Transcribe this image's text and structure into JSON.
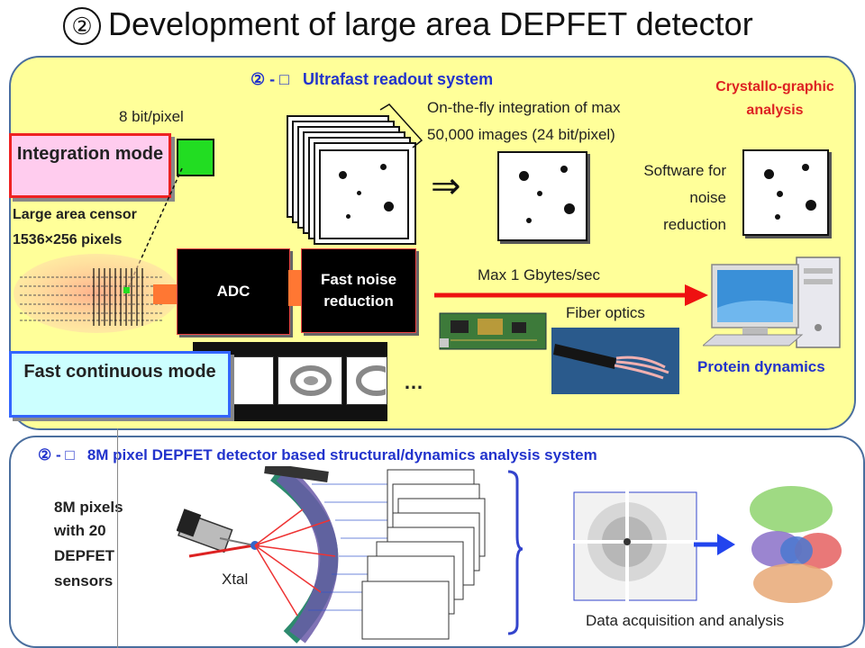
{
  "title": {
    "number": "②",
    "text": "Development of large area DEPFET detector"
  },
  "top_panel": {
    "heading_prefix": "② - ",
    "heading_glyph": "□",
    "heading_text": "Ultrafast readout system",
    "crystallo": "Crystallo-graphic analysis",
    "bit_label": "8 bit/pixel",
    "integration_mode": "Integration mode",
    "sensor_label_line1": "Large area censor",
    "sensor_label_line2": "1536×256  pixels",
    "adc_label": "ADC",
    "fast_noise_label": "Fast noise reduction",
    "onfly_line1": "On-the-fly integration of max",
    "onfly_line2": "50,000 images (24 bit/pixel)",
    "implies": "⇒",
    "software_line1": "Software for",
    "software_line2": "noise",
    "software_line3": "reduction",
    "max_rate": "Max 1  Gbytes/sec",
    "fiber": "Fiber optics",
    "protein_dynamics": "Protein dynamics",
    "fast_continuous": "Fast continuous mode",
    "ellipsis": "…"
  },
  "bottom_panel": {
    "heading_prefix": "② - ",
    "heading_glyph": "□",
    "heading_text": "8M pixel DEPFET detector based structural/dynamics analysis system",
    "pixels_line1": "8M pixels",
    "pixels_line2": "with 20",
    "pixels_line3": "DEPFET",
    "pixels_line4": "sensors",
    "xtal": "Xtal",
    "data_acq": "Data acquisition and analysis"
  },
  "colors": {
    "panel_fill": "#ffff99",
    "panel_border": "#4a6e9e",
    "accent_blue": "#2233cc",
    "accent_red": "#dd2222",
    "pixel_green": "#22dd22"
  }
}
